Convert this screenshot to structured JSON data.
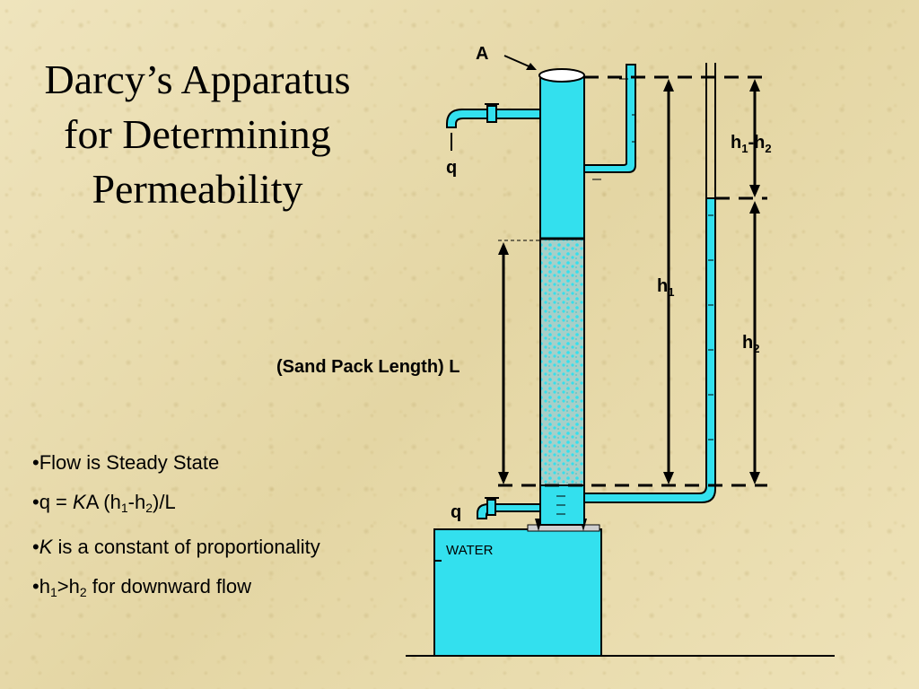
{
  "title": "Darcy’s Apparatus for Determining Permeability",
  "labels": {
    "area": "A",
    "inflow": "q",
    "outflow": "q",
    "head_diff": "h",
    "head_diff_sub1": "1",
    "head_diff_dash": "-h",
    "head_diff_sub2": "2",
    "h1": "h",
    "h1_sub": "1",
    "h2": "h",
    "h2_sub": "2",
    "sand_length": "(Sand Pack Length) L",
    "water": "WATER"
  },
  "bullets": {
    "b1": "•Flow is Steady State",
    "b2_pre": "•q = ",
    "b2_k": "K",
    "b2_mid": "A (h",
    "b2_s1": "1",
    "b2_dash": "-h",
    "b2_s2": "2",
    "b2_end": ")/L",
    "b3_pre": "•",
    "b3_k": "K",
    "b3_text": " is a constant of proportionality",
    "b4_pre": "•h",
    "b4_s1": "1",
    "b4_gt": ">h",
    "b4_s2": "2",
    "b4_text": " for downward flow"
  },
  "colors": {
    "water": "#33e0ee",
    "sand": "#9fd0cc",
    "outline": "#000000"
  }
}
